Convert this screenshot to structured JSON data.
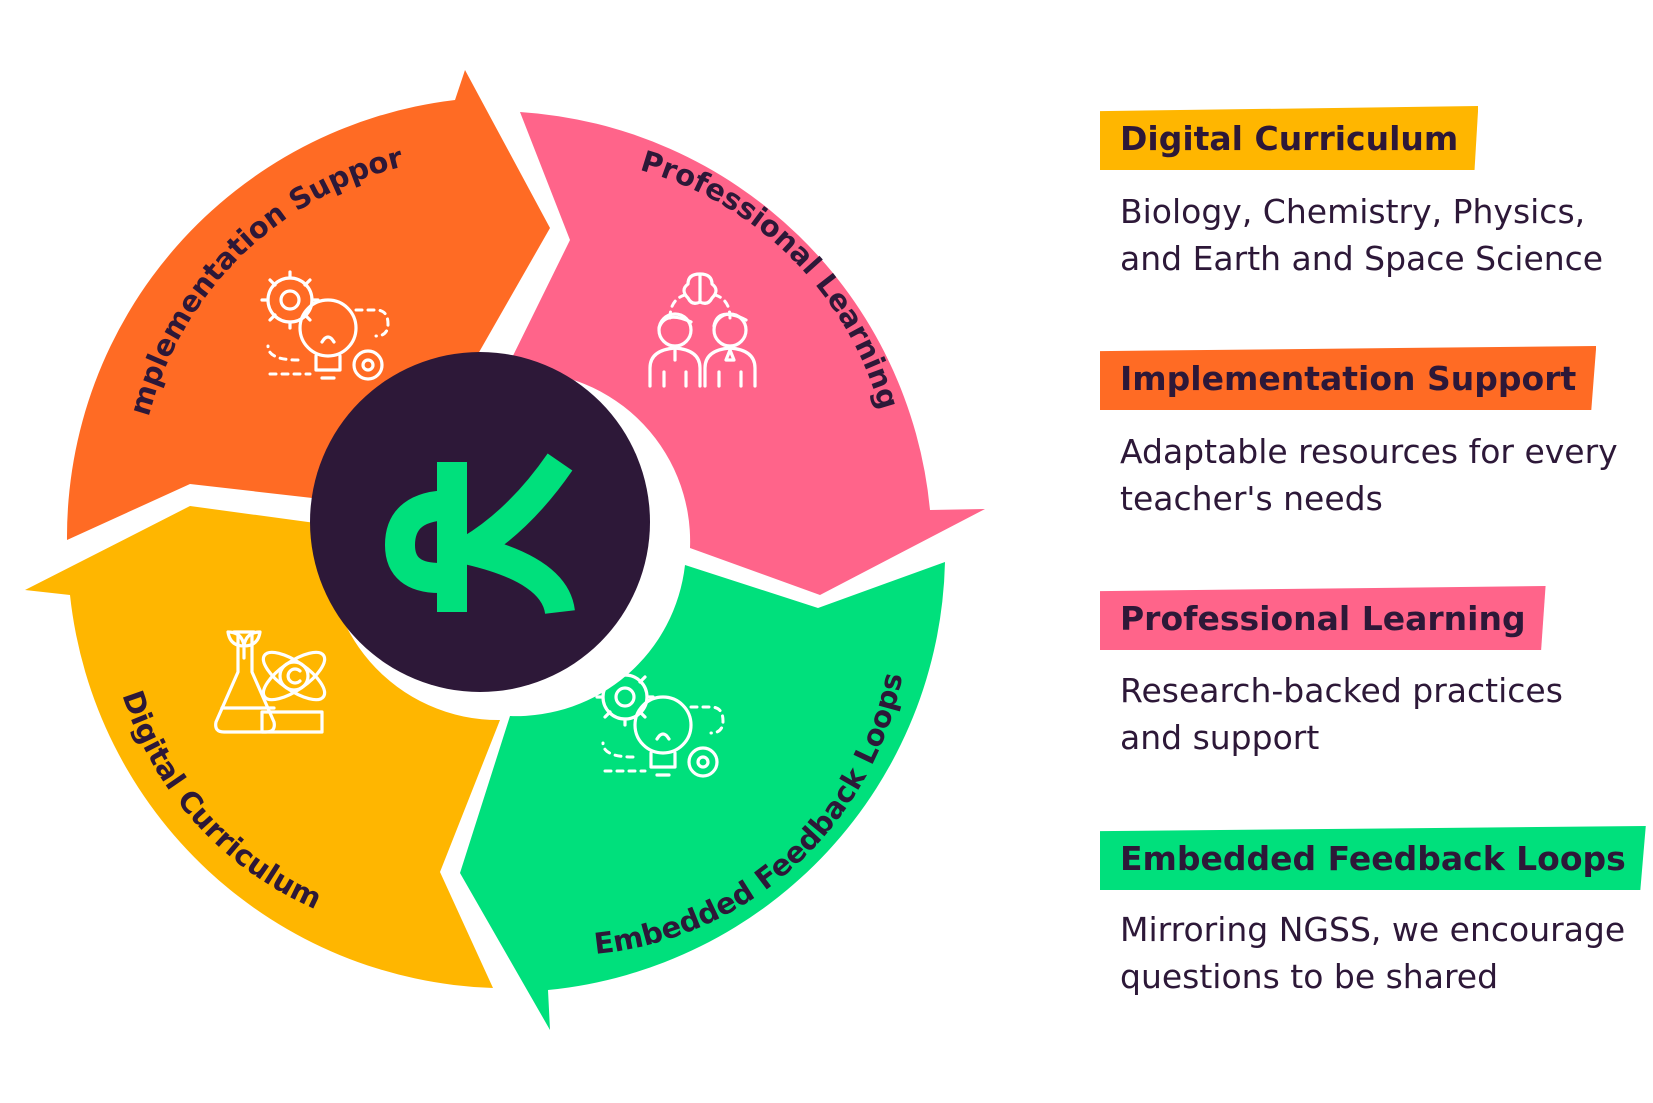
{
  "colors": {
    "orange": "#ff6b24",
    "pink": "#ff648a",
    "yellow": "#ffb600",
    "green": "#00e07c",
    "dark": "#2d1838",
    "logo_green": "#00e07c"
  },
  "cycle": {
    "segments": [
      {
        "label": "Implementation Support",
        "icon": "lightbulb-gears-icon"
      },
      {
        "label": "Professional Learning",
        "icon": "teachers-brain-icon"
      },
      {
        "label": "Embedded Feedback Loops",
        "icon": "lightbulb-gears-icon"
      },
      {
        "label": "Digital Curriculum",
        "icon": "science-flask-atom-icon"
      }
    ],
    "center_logo": "k-logo-icon"
  },
  "legend": [
    {
      "title": "Digital Curriculum",
      "desc_lines": [
        "Biology, Chemistry, Physics,",
        "and Earth and Space Science"
      ]
    },
    {
      "title": "Implementation Support",
      "desc_lines": [
        "Adaptable resources for every",
        "teacher's needs"
      ]
    },
    {
      "title": "Professional Learning",
      "desc_lines": [
        "Research-backed practices",
        "and support"
      ]
    },
    {
      "title": "Embedded Feedback Loops",
      "desc_lines": [
        "Mirroring NGSS, we encourage",
        "questions to be shared"
      ]
    }
  ]
}
